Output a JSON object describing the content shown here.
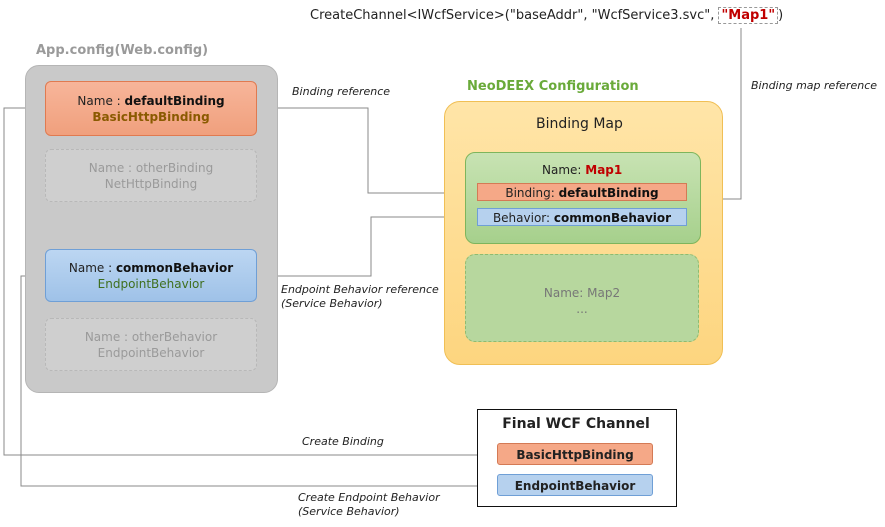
{
  "call": {
    "prefix": "CreateChannel<IWcfService>(\"baseAddr\", \"WcfService3.svc\", ",
    "open_quote": "\"",
    "map": "Map1",
    "close_quote": "\"",
    "suffix": ")"
  },
  "app_config": {
    "title": "App.config(Web.config)",
    "default_binding": {
      "name_label": "Name : ",
      "name": "defaultBinding",
      "type": "BasicHttpBinding"
    },
    "other_binding": {
      "name_line": "Name : otherBinding",
      "type": "NetHttpBinding"
    },
    "common_behavior": {
      "name_label": "Name : ",
      "name": "commonBehavior",
      "type": "EndpointBehavior"
    },
    "other_behavior": {
      "name_line": "Name : otherBehavior",
      "type": "EndpointBehavior"
    }
  },
  "neodeex": {
    "title": "NeoDEEX Configuration",
    "binding_map_title": "Binding Map",
    "map1": {
      "name_label": "Name: ",
      "name": "Map1",
      "binding_label": "Binding: ",
      "binding": "defaultBinding",
      "behavior_label": "Behavior: ",
      "behavior": "commonBehavior"
    },
    "map2": {
      "name_line": "Name: Map2",
      "ellipsis": "..."
    }
  },
  "annotations": {
    "binding_reference": "Binding reference",
    "binding_map_reference": "Binding map reference",
    "endpoint_ref_line1": "Endpoint Behavior reference",
    "endpoint_ref_line2": "(Service Behavior)",
    "create_binding": "Create Binding",
    "create_endpoint_line1": "Create Endpoint Behavior",
    "create_endpoint_line2": "(Service Behavior)"
  },
  "final_channel": {
    "title": "Final WCF Channel",
    "binding": "BasicHttpBinding",
    "behavior": "EndpointBehavior"
  }
}
